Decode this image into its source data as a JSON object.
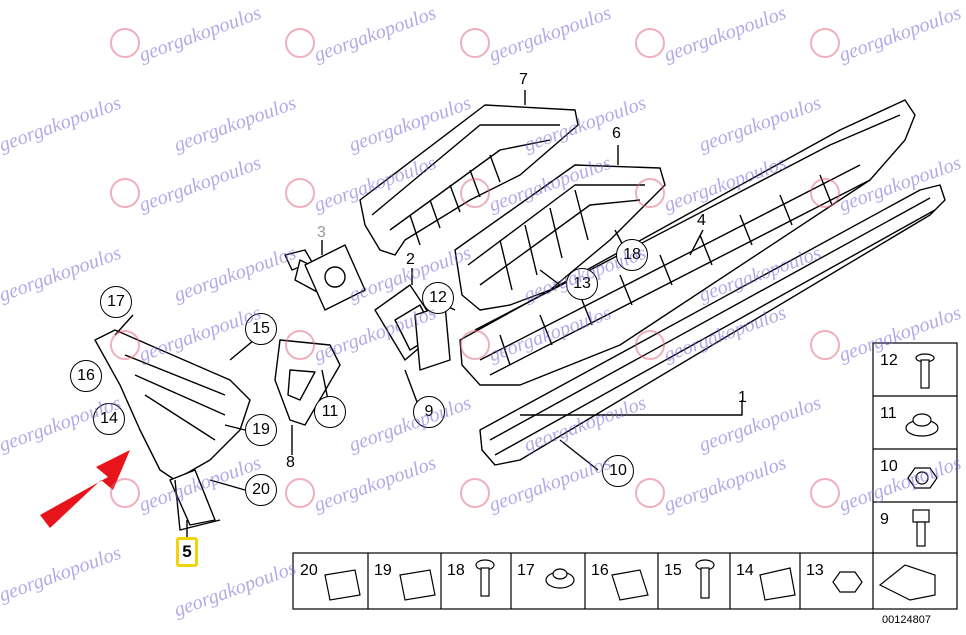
{
  "callouts_plain": [
    "7",
    "6",
    "4",
    "3",
    "2",
    "1",
    "8",
    "5"
  ],
  "callouts_circled": [
    "17",
    "16",
    "14",
    "15",
    "11",
    "19",
    "20",
    "12",
    "13",
    "18",
    "9",
    "10"
  ],
  "highlighted_part": "5",
  "legend_parts": [
    "12",
    "11",
    "10",
    "9"
  ],
  "bottom_parts": [
    "20",
    "19",
    "18",
    "17",
    "16",
    "15",
    "14",
    "13"
  ],
  "document_id": "00124807",
  "watermark_text": "georgakopoulos",
  "colors": {
    "arrow": "#e8141b",
    "highlight": "#f3d20a",
    "watermark": "#7a62d6",
    "watermark_logo": "#e0607a"
  }
}
